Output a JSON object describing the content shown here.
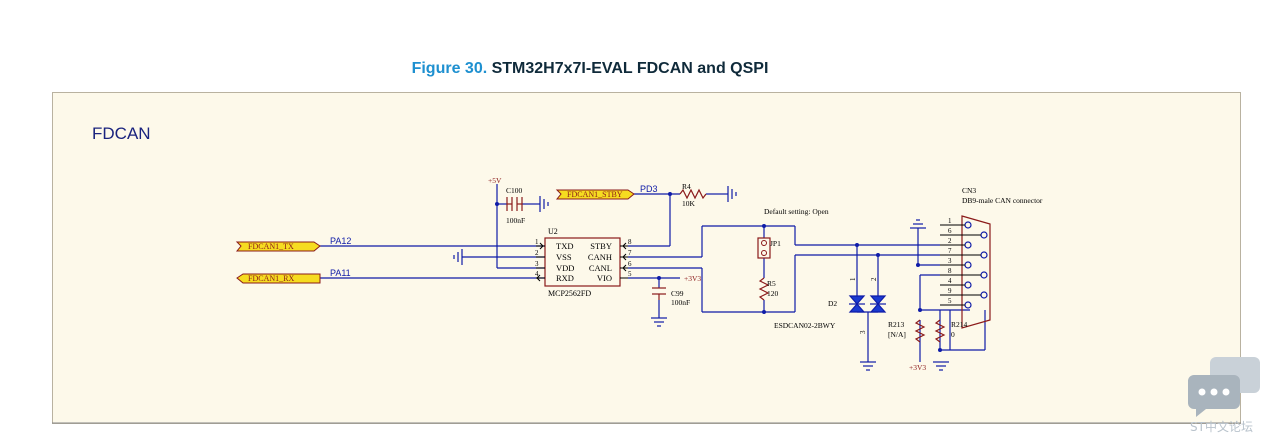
{
  "figure": {
    "number": "Figure 30.",
    "title": "STM32H7x7I-EVAL FDCAN and QSPI"
  },
  "section": {
    "label": "FDCAN"
  },
  "colors": {
    "wire": "#0f1ca8",
    "body": "#8b1a1a",
    "text": "#000000",
    "flag_fill": "#f6dc20",
    "net_label": "#0f1ca8",
    "frame_bg": "#fdf9ea"
  },
  "schematic": {
    "ic": {
      "ref": "U2",
      "part": "MCP2562FD",
      "pins_left": [
        {
          "num": "1",
          "name": "TXD"
        },
        {
          "num": "2",
          "name": "VSS"
        },
        {
          "num": "3",
          "name": "VDD"
        },
        {
          "num": "4",
          "name": "RXD"
        }
      ],
      "pins_right": [
        {
          "num": "8",
          "name": "STBY"
        },
        {
          "num": "7",
          "name": "CANH"
        },
        {
          "num": "6",
          "name": "CANL"
        },
        {
          "num": "5",
          "name": "VIO"
        }
      ]
    },
    "net_flags": {
      "tx": "FDCAN1_TX",
      "rx": "FDCAN1_RX",
      "stby": "FDCAN1_STBY"
    },
    "net_labels": {
      "pa12": "PA12",
      "pa11": "PA11",
      "pd3": "PD3"
    },
    "power": {
      "p5v": "+5V",
      "p3v3_a": "+3V3",
      "p3v3_b": "+3V3"
    },
    "c100": {
      "ref": "C100",
      "value": "100nF"
    },
    "c99": {
      "ref": "C99",
      "value": "100nF"
    },
    "r4": {
      "ref": "R4",
      "value": "10K"
    },
    "r5": {
      "ref": "R5",
      "value": "120"
    },
    "jp1": {
      "ref": "JP1",
      "note": "Default setting: Open"
    },
    "d2": {
      "ref": "D2",
      "part": "ESDCAN02-2BWY",
      "pin1": "1",
      "pin2": "2",
      "pin3": "3"
    },
    "r213": {
      "ref": "R213",
      "value": "[N/A]"
    },
    "r214": {
      "ref": "R214",
      "value": "0"
    },
    "cn3": {
      "ref": "CN3",
      "desc": "DB9-male CAN connector",
      "pins": [
        "1",
        "6",
        "2",
        "7",
        "3",
        "8",
        "4",
        "9",
        "5"
      ]
    }
  },
  "watermark": {
    "text": "ST中文论坛"
  }
}
